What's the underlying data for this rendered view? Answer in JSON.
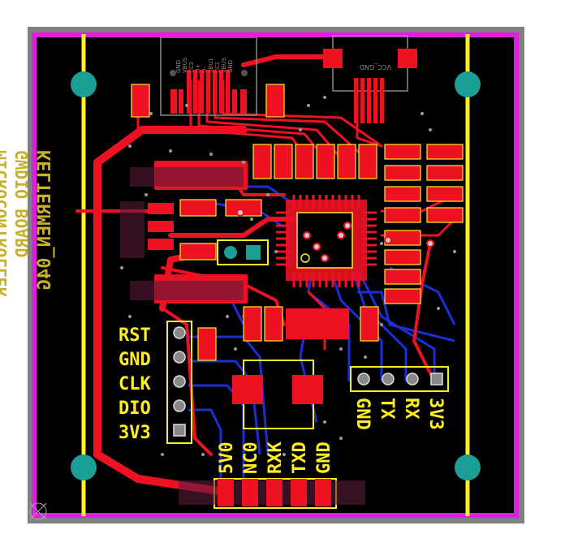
{
  "colors": {
    "background": "#ffffff",
    "board_outline": "#808080",
    "board": "#000000",
    "keepout": "#e01ee0",
    "silkscreen": "#ffee22",
    "silkscreen_bottom": "#c8b02a",
    "top_copper": "#ee1122",
    "bottom_copper": "#1c2fd6",
    "via": "#888888",
    "mount_hole": "#1a9e96"
  },
  "header_left": {
    "labels": [
      "RST",
      "GND",
      "CLK",
      "DIO",
      "3V3"
    ]
  },
  "header_right": {
    "labels": [
      "3V3",
      "RX",
      "TX",
      "GND"
    ]
  },
  "header_bottom": {
    "labels": [
      "5V0",
      "NC0",
      "RXK",
      "TXD",
      "GND"
    ]
  },
  "bottom_silk": {
    "line1": "KELTERMEN_04G",
    "line2": "GWDIO BOARD",
    "line3": "MICROCONTROLLER"
  },
  "usb_c": {
    "pin_labels": [
      "GND",
      "VBUS",
      "CC2",
      "D+",
      "D-",
      "SBU1",
      "CC1",
      "VBUS",
      "GND"
    ]
  },
  "usb_small": {
    "label": "VCC_GND"
  }
}
